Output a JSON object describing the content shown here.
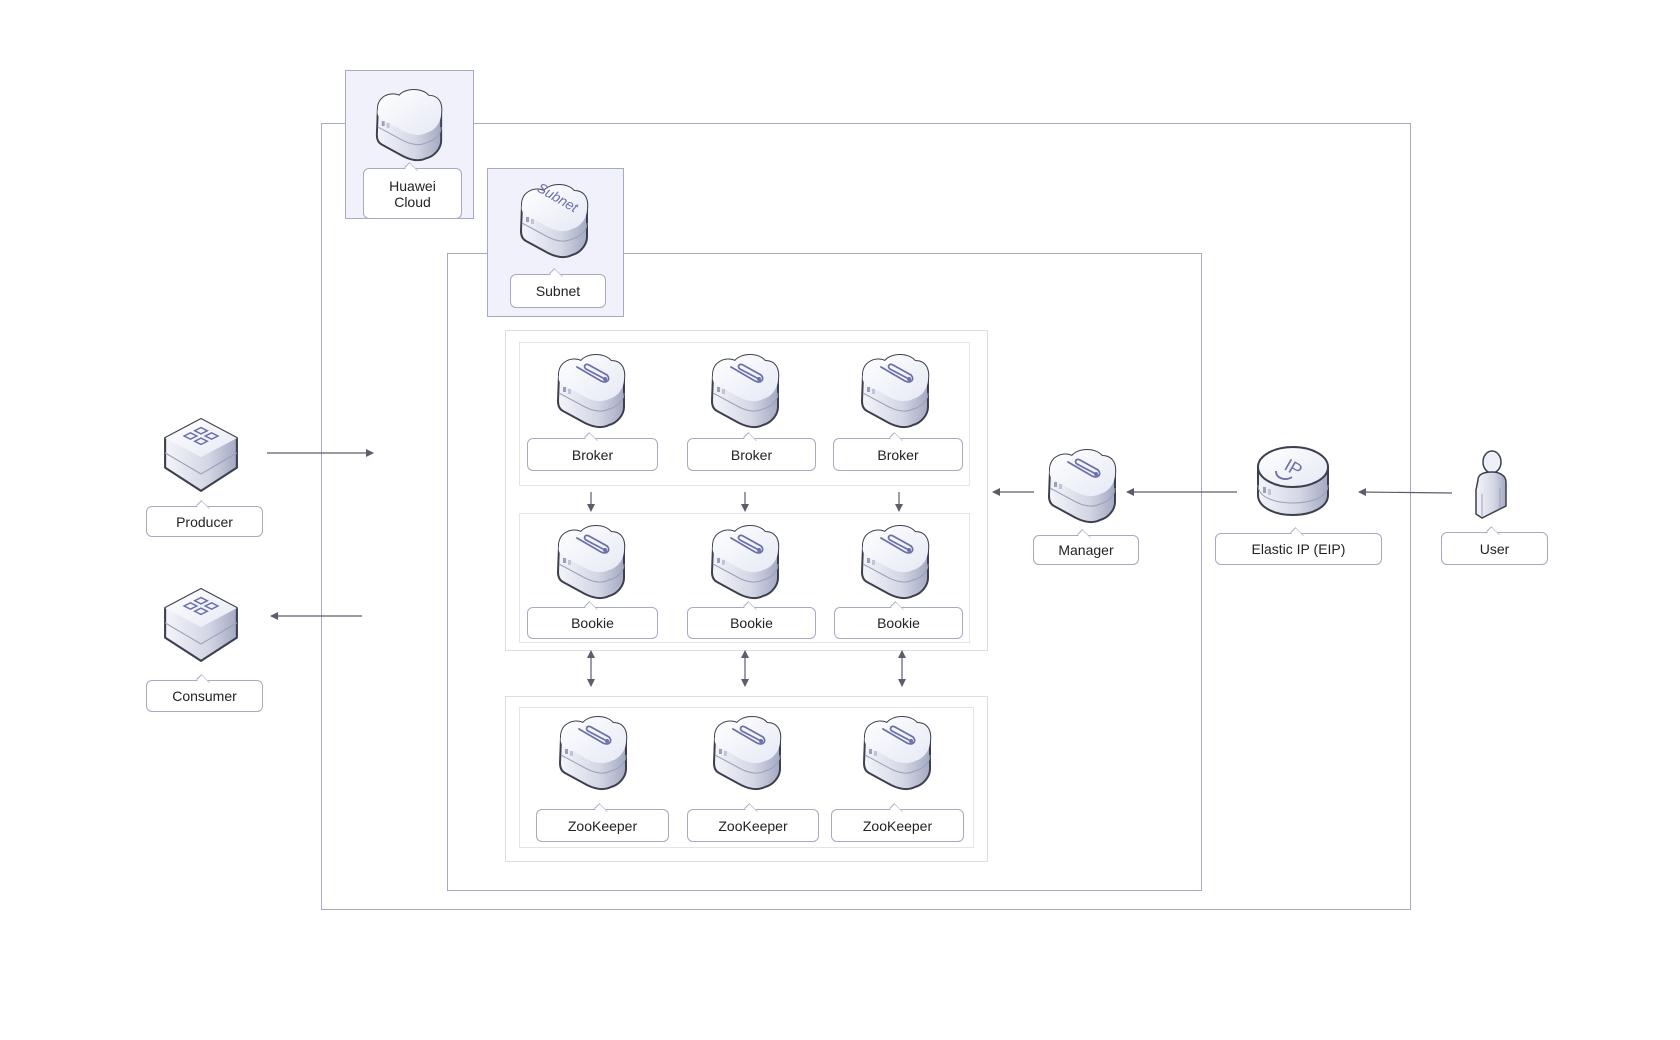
{
  "containers": {
    "cloud_label": "Huawei Cloud",
    "subnet_label": "Subnet",
    "subnet_icon_text": "Subnet"
  },
  "clients": {
    "producer": "Producer",
    "consumer": "Consumer"
  },
  "brokers": [
    "Broker",
    "Broker",
    "Broker"
  ],
  "bookies": [
    "Bookie",
    "Bookie",
    "Bookie"
  ],
  "zookeepers": [
    "ZooKeeper",
    "ZooKeeper",
    "ZooKeeper"
  ],
  "access": {
    "manager": "Manager",
    "eip": "Elastic IP (EIP)",
    "eip_icon_text": "IP",
    "user": "User"
  },
  "colors": {
    "border": "#a6a9c4",
    "tag_fill": "#f0f1fa",
    "arrow": "#5a5d6e",
    "icon_glyph": "#6b70a8"
  }
}
